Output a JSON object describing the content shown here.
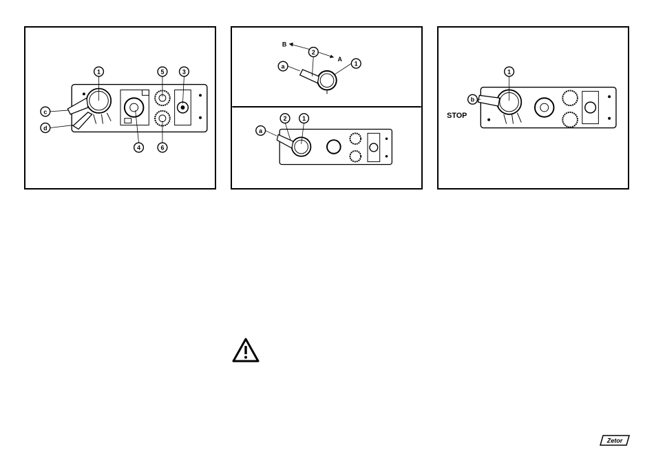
{
  "figures": [
    {
      "labels": [
        "1",
        "5",
        "3",
        "c",
        "d",
        "4",
        "6"
      ]
    },
    {
      "labels": [
        "B",
        "2",
        "A",
        "a",
        "1",
        "2",
        "1",
        "a"
      ]
    },
    {
      "labels": [
        "1",
        "b"
      ],
      "stop": "STOP"
    }
  ],
  "logo": "Zetor"
}
